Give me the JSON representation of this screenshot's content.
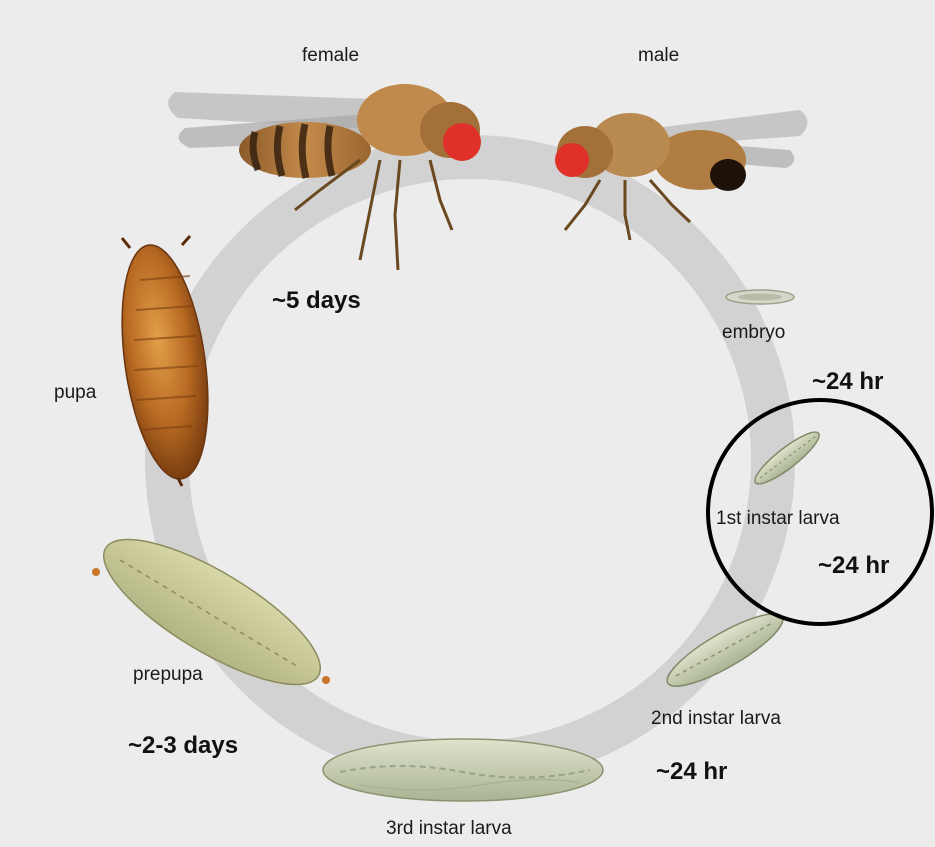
{
  "stages": {
    "female": "female",
    "male": "male",
    "embryo": "embryo",
    "first_instar": "1st instar larva",
    "second_instar": "2nd instar larva",
    "third_instar": "3rd instar larva",
    "prepupa": "prepupa",
    "pupa": "pupa"
  },
  "durations": {
    "pupa_to_adult": "~5 days",
    "embryo_to_1st": "~24 hr",
    "first_to_2nd": "~24 hr",
    "second_to_3rd": "~24 hr",
    "third_to_pupa": "~2-3 days"
  },
  "colors": {
    "background": "#ececec",
    "cycle_ring": "#d2d2d2",
    "highlight_circle": "#000000",
    "fly_eye": "#e0302a",
    "pupa_body": "#b86a22",
    "larva_body": "#c9d0b4"
  },
  "highlight": "1st instar larva"
}
